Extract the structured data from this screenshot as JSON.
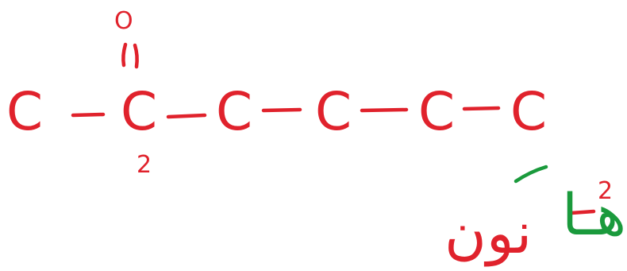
{
  "molecule": {
    "atoms": [
      "C",
      "C",
      "C",
      "C",
      "C",
      "C"
    ],
    "carbonyl_oxygen": "O",
    "position_label": "2"
  },
  "name": {
    "locant": "2",
    "arabic_prefix": "هـا",
    "arabic_suffix": "نون"
  },
  "colors": {
    "structure": "#e0222c",
    "name_green": "#1a9a3c",
    "name_red": "#e0222c"
  }
}
